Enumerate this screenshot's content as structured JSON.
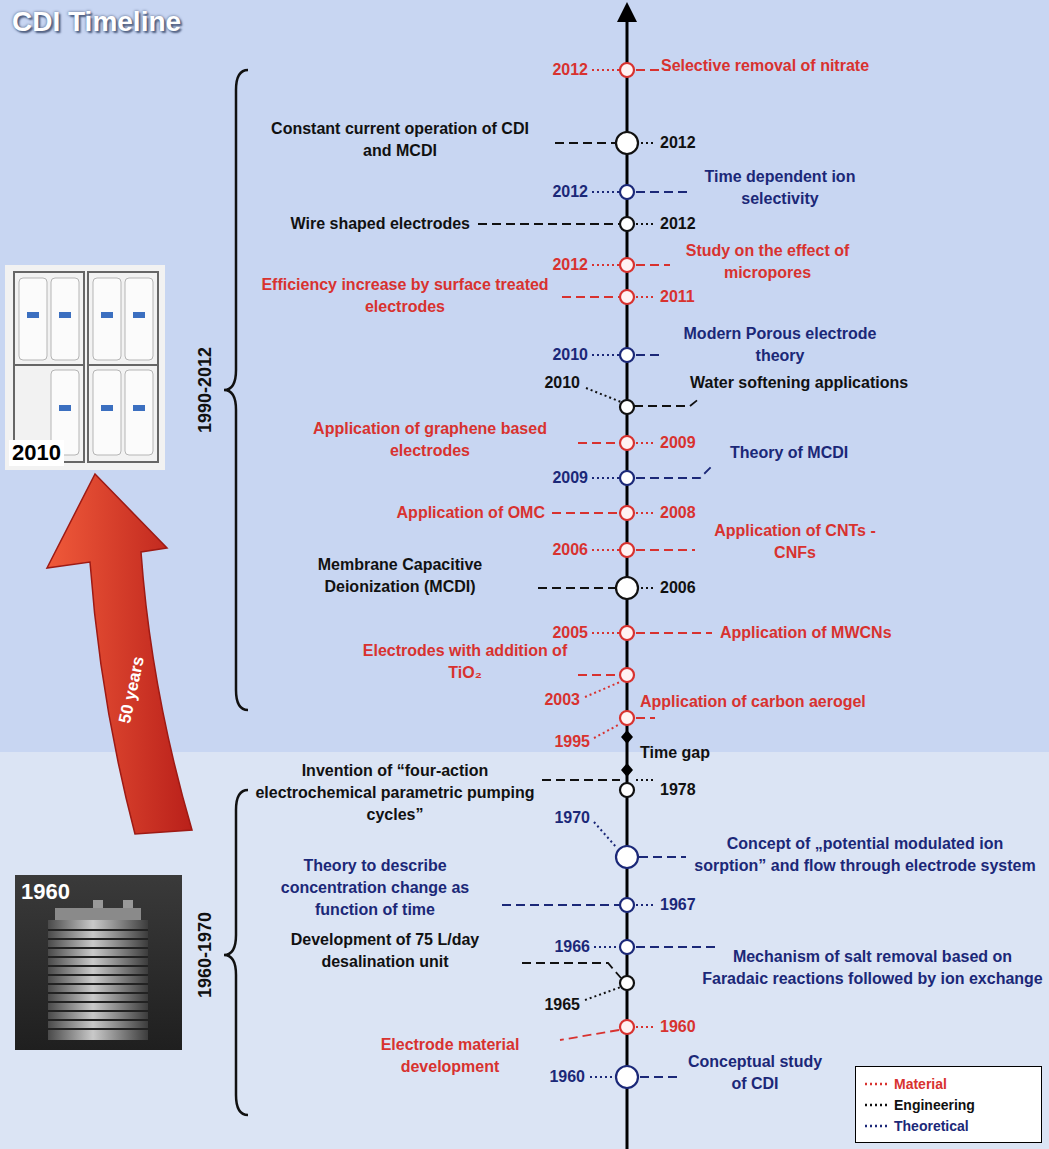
{
  "diagram": {
    "title": "CDI Timeline",
    "nodes": [
      {
        "text": [
          "2010"
        ]
      },
      {
        "text": [
          "50 years"
        ]
      },
      {
        "text": [
          "1960"
        ]
      }
    ],
    "labels": [
      "2012",
      "Selective removal of nitrate",
      "Constant current operation of CDI and MCDI",
      "2012",
      "2012",
      "Time dependent ion selectivity",
      "Wire shaped electrodes",
      "2012",
      "2012",
      "Study on the effect of micropores",
      "Efficiency increase by surface treated electrodes",
      "2011",
      "2010",
      "Modern Porous electrode theory",
      "2010",
      "Water softening applications",
      "Application of graphene based electrodes",
      "2009",
      "2009",
      "Theory of MCDI",
      "Application of OMC",
      "2008",
      "2006",
      "Application of CNTs - CNFs",
      "Membrane Capacitive Deionization (MCDI)",
      "2006",
      "2005",
      "Application of MWCNs",
      "Electrodes with addition of TiO₂",
      "2003",
      "Application of carbon aerogel",
      "1995",
      "Time gap",
      "Invention of “four-action electrochemical parametric pumping cycles”",
      "1978",
      "1970",
      "Concept of „potential modulated ion sorption” and flow through electrode system",
      "Theory to describe concentration change as function of time",
      "1967",
      "Mechanism of salt removal based on Faradaic reactions followed by ion exchange",
      "1966",
      "Development of 75 L/day desalination unit",
      "1965",
      "1960",
      "Electrode material development",
      "1960",
      "Conceptual study of CDI",
      "1990-2012",
      "1960-1970"
    ],
    "legend": [
      {
        "text": "Material"
      },
      {
        "text": "Engineering"
      },
      {
        "text": "Theoretical"
      }
    ]
  }
}
